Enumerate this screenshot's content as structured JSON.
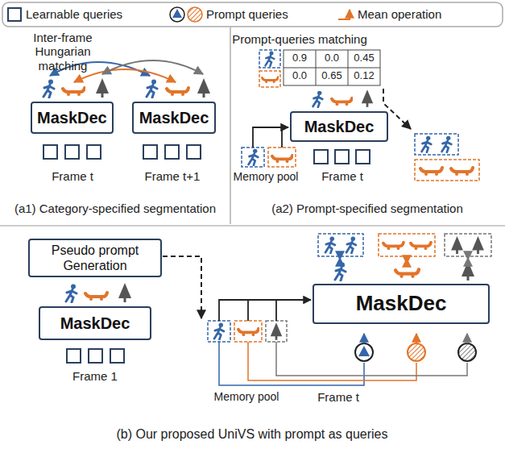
{
  "diagram": {
    "nodes": [
      {
        "text": [
          "MaskDec"
        ]
      },
      {
        "text": [
          "MaskDec"
        ]
      },
      {
        "text": [
          "MaskDec"
        ]
      },
      {
        "text": [
          "Pseudo prompt Generation"
        ]
      },
      {
        "text": [
          "MaskDec"
        ]
      },
      {
        "text": [
          "MaskDec"
        ]
      }
    ],
    "labels": [
      "Inter-frame Hungarian matching",
      "Frame t",
      "Frame t+1",
      "(a1) Category-specified segmentation",
      "Prompt-queries matching",
      "0.9",
      "0.0",
      "0.45",
      "0.0",
      "0.65",
      "0.12",
      "Memory pool",
      "Frame t",
      "(a2) Prompt-specified segmentation",
      "Frame 1",
      "Memory pool",
      "Frame t",
      "(b) Our proposed UniVS with prompt as queries"
    ],
    "legend": [
      {
        "text": "Learnable queries"
      },
      {
        "text": "Prompt queries"
      },
      {
        "text": "Mean operation"
      }
    ]
  }
}
